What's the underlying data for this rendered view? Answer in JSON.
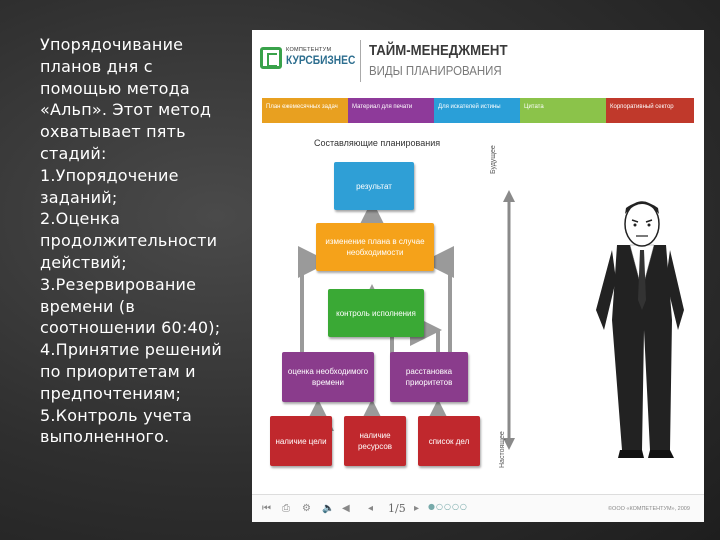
{
  "body_text": "Упорядочивание\nпланов дня с\nпомощью метода\n«Альп». Этот метод\nохватывает пять\nстадий:\n1.Упорядочение\nзаданий;\n2.Оценка\nпродолжительности\nдействий;\n3.Резервирование\nвремени (в\nсоотношении 60:40);\n4.Принятие решений\nпо приоритетам и\nпредпочтениям;\n5.Контроль учета\nвыполненного.",
  "slide": {
    "logo_small": "КОМПЕТЕНТУМ",
    "logo_name": "КУРСБИЗНЕС",
    "title": "ТАЙМ-МЕНЕДЖМЕНТ",
    "subtitle": "ВИДЫ ПЛАНИРОВАНИЯ",
    "tabs": [
      {
        "label": "План ежемесячных задач",
        "color": "#e8a020"
      },
      {
        "label": "Материал для печати",
        "color": "#8e3a9a"
      },
      {
        "label": "Для искателей истины",
        "color": "#2a9fd8"
      },
      {
        "label": "Цитата",
        "color": "#8bc34a"
      },
      {
        "label": "Корпоративный сектор",
        "color": "#c0392b"
      }
    ],
    "diagram_title": "Составляющие планирования",
    "boxes": {
      "result": "результат",
      "change": "изменение плана в случае необходимости",
      "control": "контроль исполнения",
      "estimate": "оценка необходимого времени",
      "priorities": "расстановка приоритетов",
      "goals": "наличие цели",
      "resources": "наличие ресурсов",
      "list": "список дел"
    },
    "axis_top": "Будущее",
    "axis_bottom": "Настоящее",
    "footer": {
      "page": "1/5",
      "dots": "●○○○○",
      "copyright": "©ООО «КОМПЕТЕНТУМ», 2009"
    },
    "colors": {
      "blue": "#2f9fd6",
      "orange": "#f5a21a",
      "green": "#3aa935",
      "purple": "#8a3c8c",
      "red": "#c0282d"
    }
  }
}
